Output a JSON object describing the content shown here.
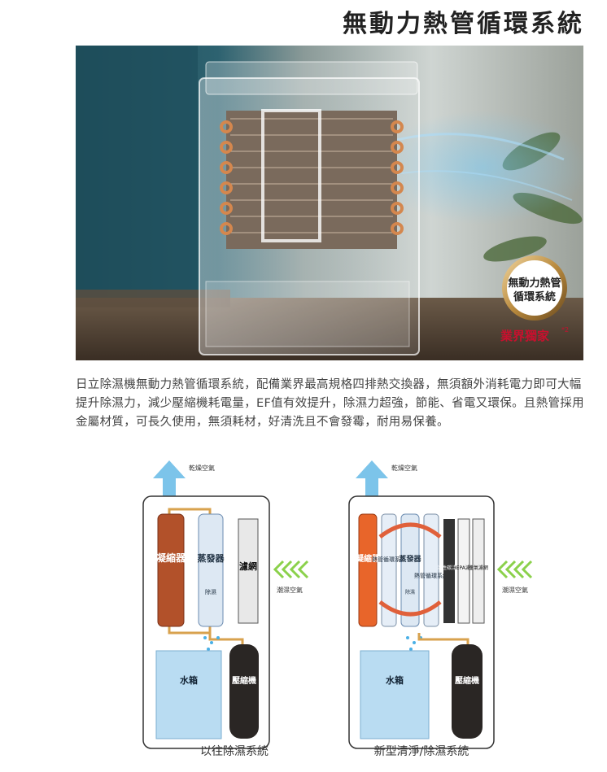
{
  "title": "無動力熱管循環系統",
  "badge": {
    "line1": "無動力熱管",
    "line2": "循環系統",
    "exclusive": "業界獨家",
    "note": "*2"
  },
  "description": "日立除濕機無動力熱管循環系統，配備業界最高規格四排熱交換器，無須額外消耗電力即可大幅提升除濕力，減少壓縮機耗電量，EF值有效提升，除濕力超強，節能、省電又環保。且熱管採用金屬材質，可長久使用，無須耗材，好清洗且不會發霉，耐用易保養。",
  "left_diagram": {
    "dry_air": "乾燥空氣",
    "humid_air": "潮濕空氣",
    "condenser": "凝縮器",
    "evaporator": "蒸發器",
    "dehumid": "除濕",
    "filter": "濾網",
    "water_tank": "水箱",
    "compressor": "壓縮機",
    "caption": "以往除濕系統"
  },
  "right_diagram": {
    "dry_air": "乾燥空氣",
    "humid_air": "潮濕空氣",
    "condenser": "凝縮器",
    "heatpipe1": "熱管循環系統",
    "evaporator": "蒸發器",
    "dehumid": "除濕",
    "heatpipe2": "熱管循環系統",
    "carbon_filter": "活性碳濾網",
    "hepa": "HEPA濾網",
    "air_filter": "空氣濾網",
    "water_tank": "水箱",
    "compressor": "壓縮機",
    "caption": "新型清淨/除濕系統"
  },
  "colors": {
    "accent_red": "#c8102e",
    "gold": "#b98a3e",
    "copper": "#b2512a",
    "blue": "#2e9fd8"
  }
}
